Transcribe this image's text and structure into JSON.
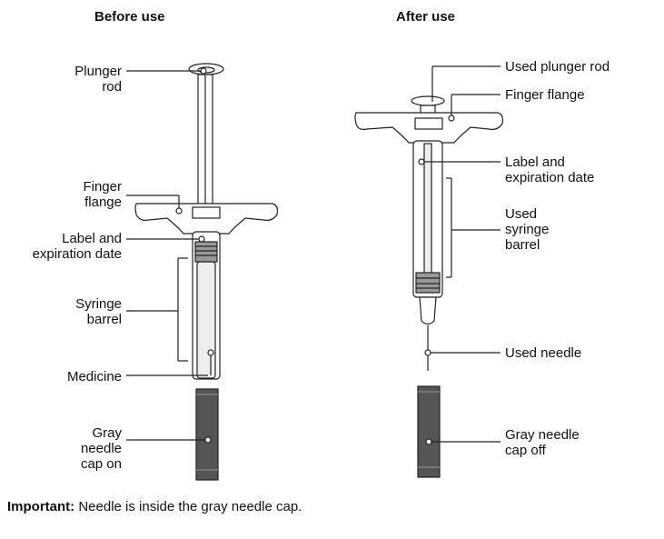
{
  "headings": {
    "before": "Before use",
    "after": "After use"
  },
  "before_labels": {
    "plunger_rod": "Plunger\nrod",
    "finger_flange": "Finger\nflange",
    "label_expiration": "Label and\nexpiration date",
    "syringe_barrel": "Syringe\nbarrel",
    "medicine": "Medicine",
    "needle_cap": "Gray\nneedle\ncap on"
  },
  "after_labels": {
    "used_plunger_rod": "Used plunger rod",
    "finger_flange": "Finger flange",
    "label_expiration": "Label and\nexpiration date",
    "used_syringe_barrel": "Used\nsyringe\nbarrel",
    "used_needle": "Used needle",
    "needle_cap_off": "Gray needle\ncap off"
  },
  "note": {
    "bold": "Important:",
    "text": " Needle is inside the gray needle cap."
  },
  "colors": {
    "line": "#222222",
    "cap_gray": "#555555",
    "barrel_fill": "#eeeeee"
  }
}
